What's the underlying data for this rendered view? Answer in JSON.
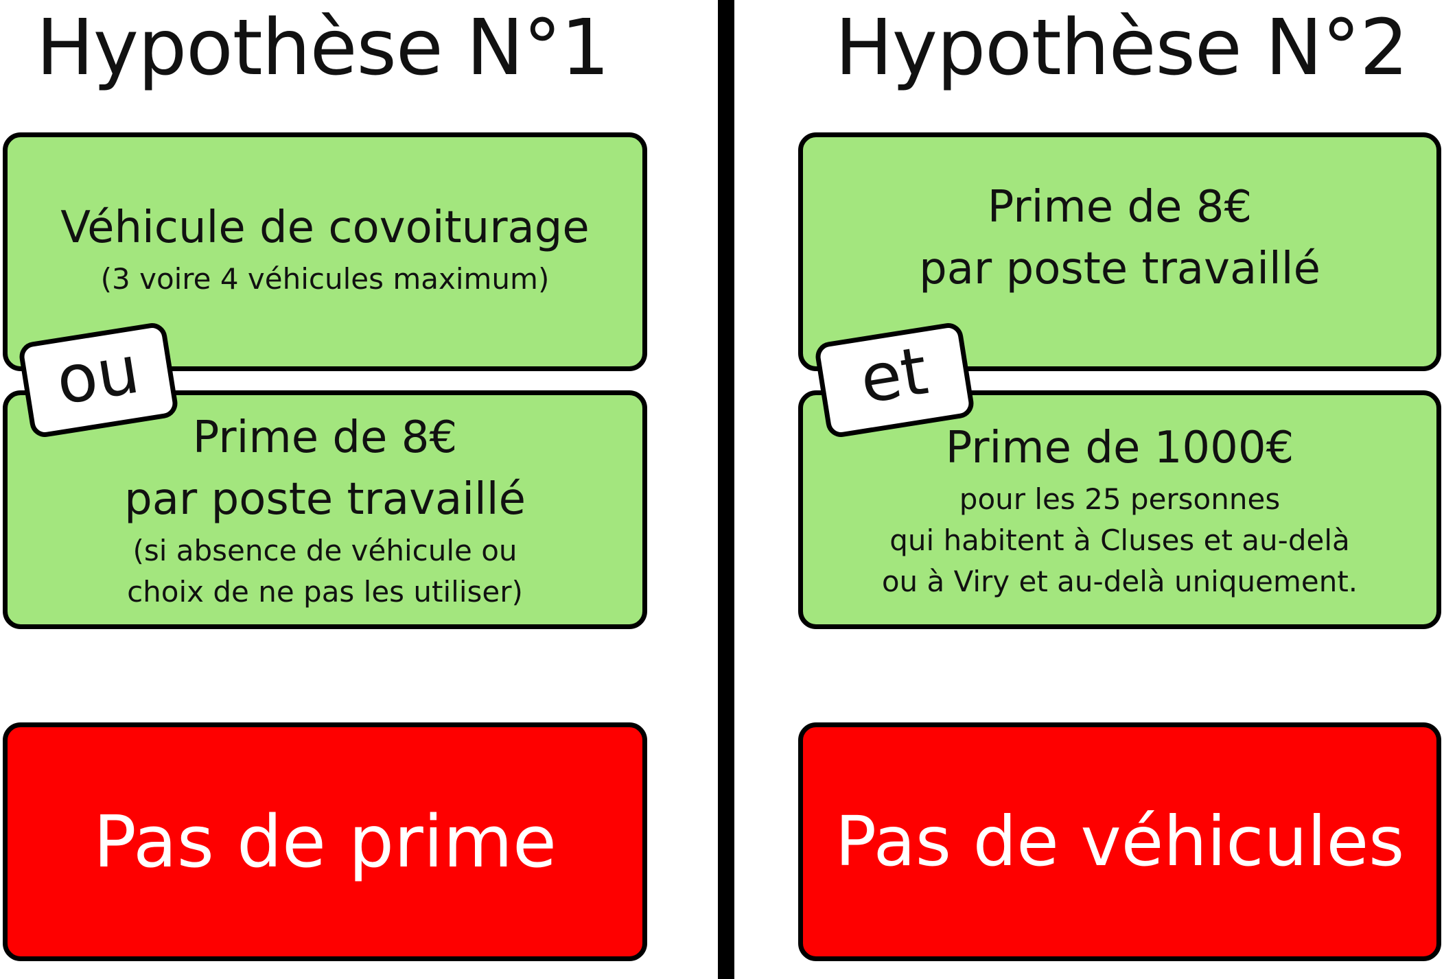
{
  "left": {
    "title": "Hypothèse N°1",
    "box1": {
      "line1": "Véhicule de covoiturage",
      "line2": "(3 voire 4 véhicules maximum)"
    },
    "connector": "ou",
    "box2": {
      "line1": "Prime de 8€",
      "line2": "par poste travaillé",
      "line3": "(si absence de véhicule ou",
      "line4": "choix de ne pas les utiliser)"
    },
    "red_box": "Pas de prime"
  },
  "right": {
    "title": "Hypothèse N°2",
    "box1": {
      "line1": "Prime de 8€",
      "line2": "par poste travaillé"
    },
    "connector": "et",
    "box2": {
      "line1": "Prime de 1000€",
      "line2": "pour les 25 personnes",
      "line3": "qui habitent à Cluses et au-delà",
      "line4": "ou à Viry et au-delà uniquement."
    },
    "red_box": "Pas de véhicules"
  },
  "colors": {
    "green": "#a3e67e",
    "red": "#fe0000",
    "border": "#000000"
  }
}
